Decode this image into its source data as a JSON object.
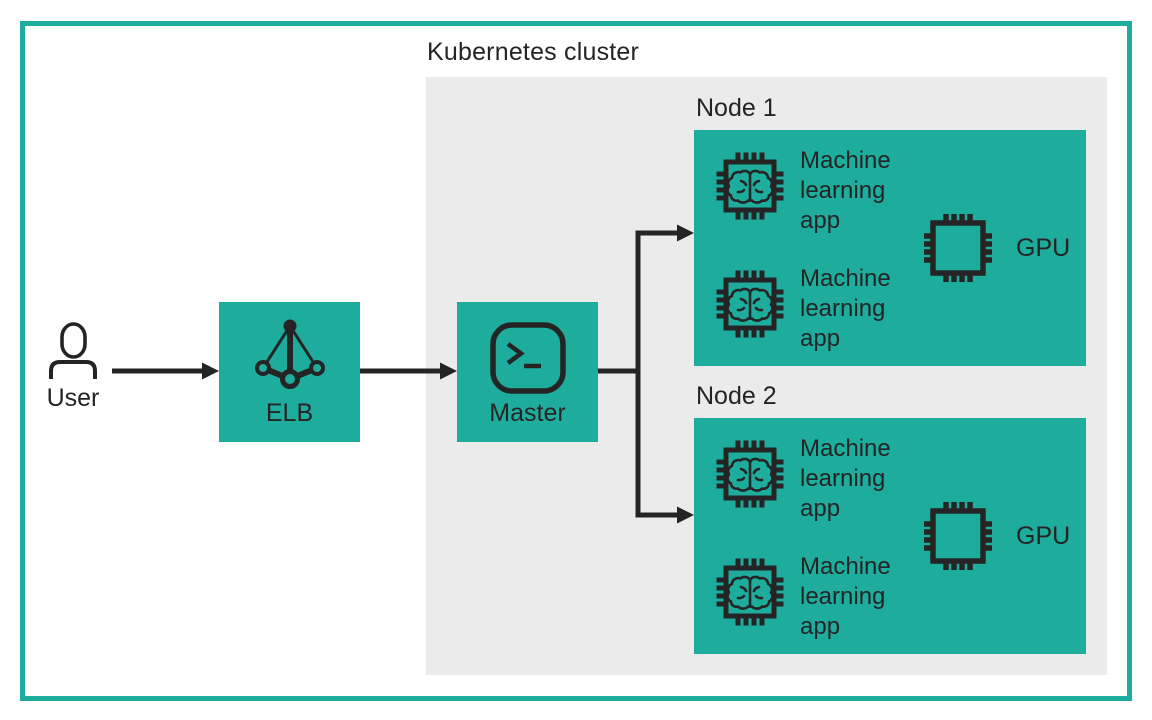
{
  "colors": {
    "accent_teal": "#1EAC9D",
    "cluster_bg": "#EBEBEB",
    "ink": "#242424",
    "canvas": "#FFFFFF"
  },
  "user": {
    "label": "User",
    "icon": "user-icon"
  },
  "elb": {
    "label": "ELB",
    "icon": "load-balancer-icon"
  },
  "master": {
    "label": "Master",
    "icon": "terminal-icon"
  },
  "cluster": {
    "label": "Kubernetes cluster",
    "nodes": [
      {
        "label": "Node 1",
        "apps": [
          {
            "label": "Machine learning app",
            "icon": "ml-chip-icon"
          },
          {
            "label": "Machine learning app",
            "icon": "ml-chip-icon"
          }
        ],
        "gpu": {
          "label": "GPU",
          "icon": "gpu-chip-icon"
        }
      },
      {
        "label": "Node 2",
        "apps": [
          {
            "label": "Machine learning app",
            "icon": "ml-chip-icon"
          },
          {
            "label": "Machine learning app",
            "icon": "ml-chip-icon"
          }
        ],
        "gpu": {
          "label": "GPU",
          "icon": "gpu-chip-icon"
        }
      }
    ]
  }
}
